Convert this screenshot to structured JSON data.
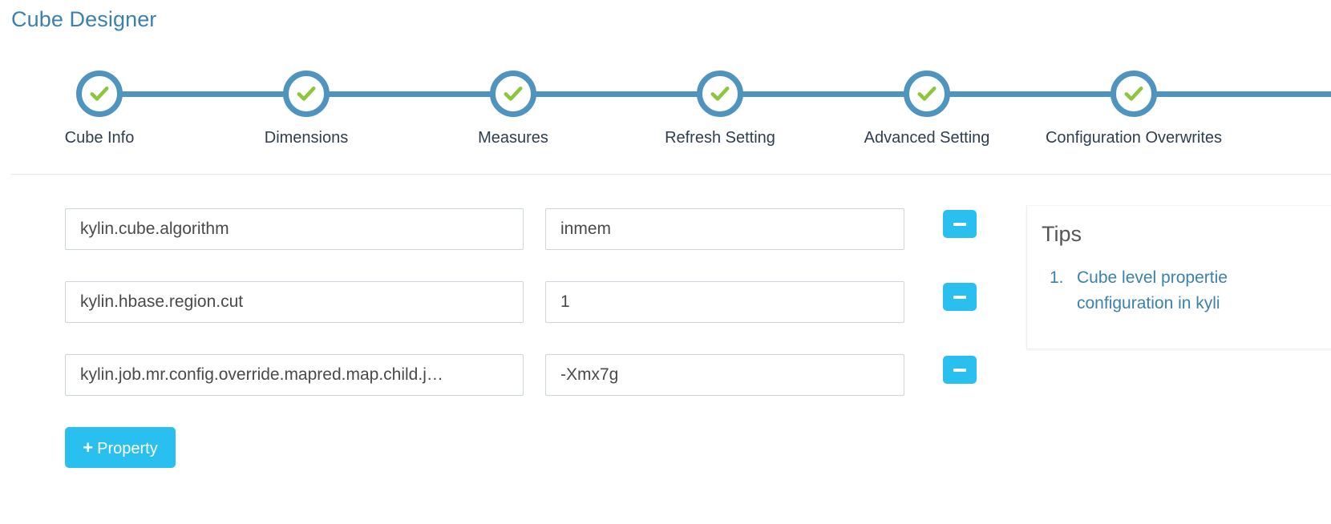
{
  "page": {
    "title": "Cube Designer"
  },
  "colors": {
    "title_blue": "#3b82ab",
    "step_blue": "#4f93bf",
    "check_green": "#8cc63e",
    "button_cyan": "#29c0ef",
    "label_dark": "#2e3e50",
    "field_border": "#ccd4dd"
  },
  "stepper": {
    "steps": [
      {
        "label": "Cube Info",
        "state": "complete",
        "icon": "check-icon"
      },
      {
        "label": "Dimensions",
        "state": "complete",
        "icon": "check-icon"
      },
      {
        "label": "Measures",
        "state": "complete",
        "icon": "check-icon"
      },
      {
        "label": "Refresh Setting",
        "state": "complete",
        "icon": "check-icon"
      },
      {
        "label": "Advanced Setting",
        "state": "complete",
        "icon": "check-icon"
      },
      {
        "label": "Configuration Overwrites",
        "state": "complete",
        "icon": "check-icon"
      }
    ]
  },
  "properties": {
    "rows": [
      {
        "key": "kylin.cube.algorithm",
        "value": "inmem",
        "remove_icon": "minus-icon"
      },
      {
        "key": "kylin.hbase.region.cut",
        "value": "1",
        "remove_icon": "minus-icon"
      },
      {
        "key": "kylin.job.mr.config.override.mapred.map.child.j…",
        "value": "-Xmx7g",
        "remove_icon": "minus-icon"
      }
    ],
    "key_placeholder": "",
    "value_placeholder": "",
    "add_button": {
      "label": "Property",
      "icon": "plus-icon"
    }
  },
  "tips": {
    "title": "Tips",
    "items": [
      {
        "num": "1.",
        "text": "Cube level propertie"
      },
      {
        "num": "",
        "text": "configuration in kyli"
      }
    ]
  }
}
